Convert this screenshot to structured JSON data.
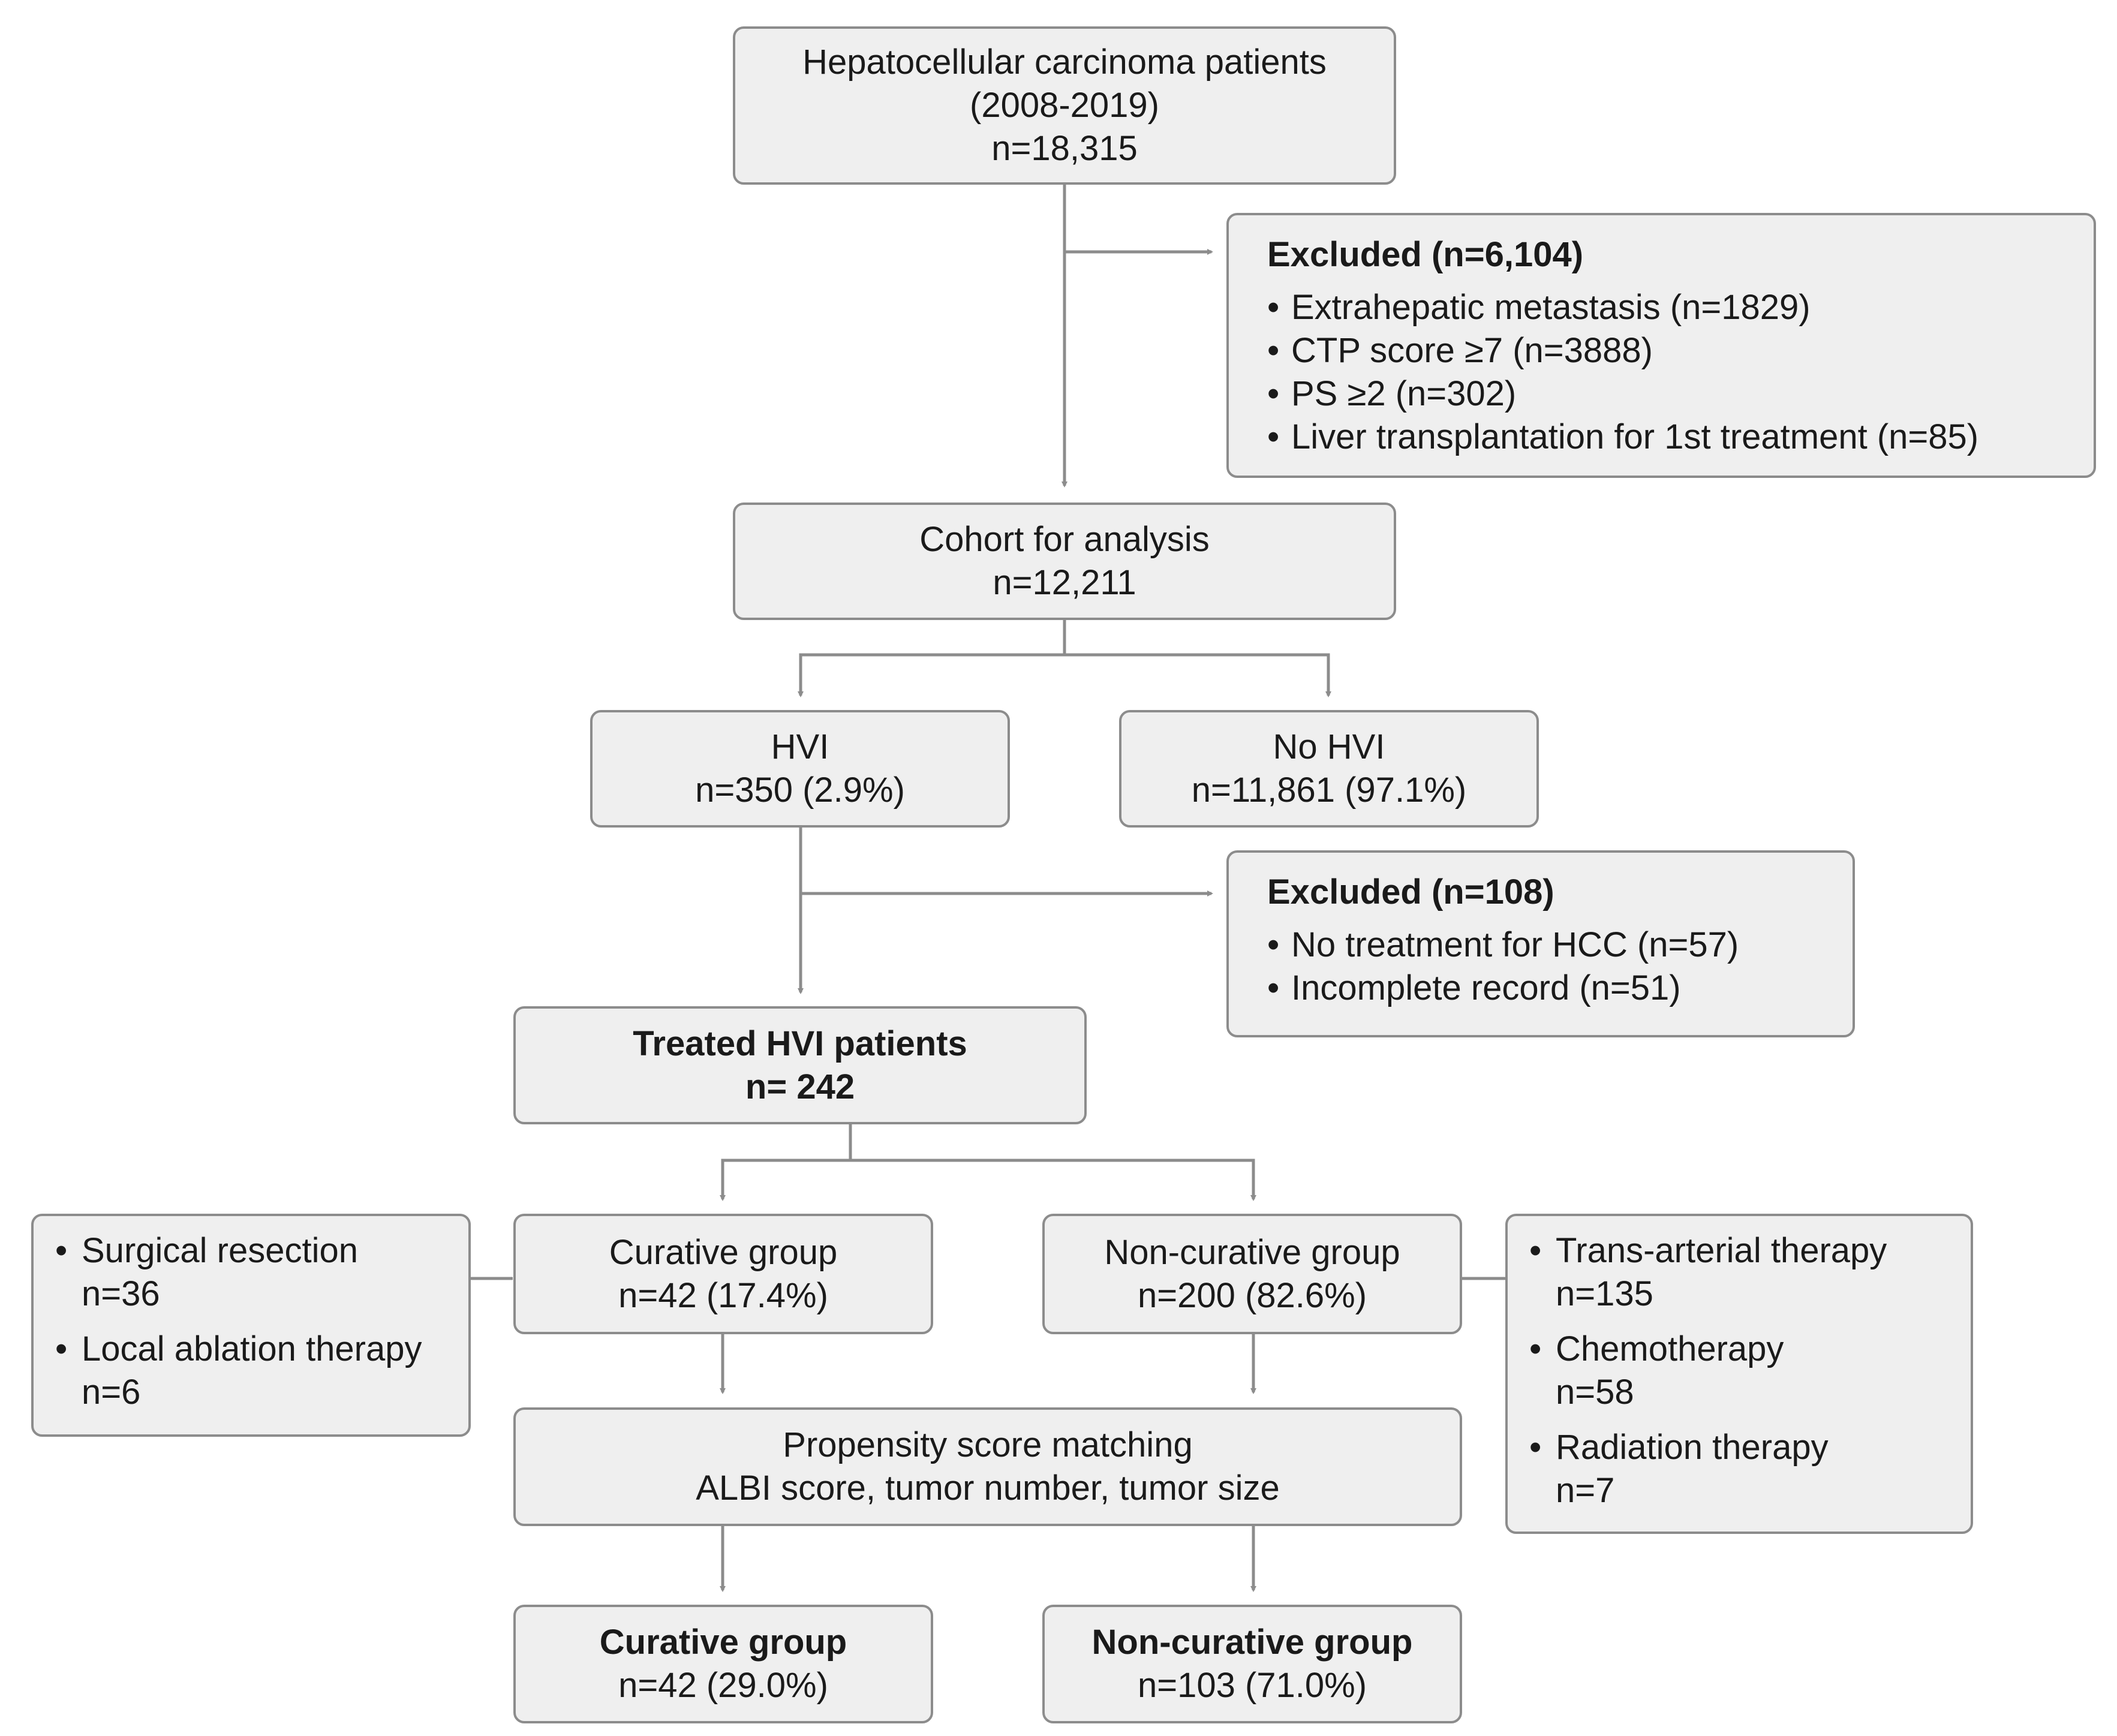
{
  "start": {
    "line1": "Hepatocellular carcinoma patients",
    "line2": "(2008-2019)",
    "line3": "n=18,315"
  },
  "excluded1": {
    "title": "Excluded (n=6,104)",
    "items": [
      "Extrahepatic metastasis (n=1829)",
      "CTP score ≥7 (n=3888)",
      "PS ≥2 (n=302)",
      "Liver transplantation for 1st treatment (n=85)"
    ]
  },
  "cohort": {
    "line1": "Cohort for analysis",
    "line2": "n=12,211"
  },
  "hvi": {
    "line1": "HVI",
    "line2": "n=350 (2.9%)"
  },
  "no_hvi": {
    "line1": "No HVI",
    "line2": "n=11,861 (97.1%)"
  },
  "excluded2": {
    "title": "Excluded (n=108)",
    "items": [
      "No treatment for HCC (n=57)",
      "Incomplete record (n=51)"
    ]
  },
  "treated": {
    "line1": "Treated HVI patients",
    "line2": "n= 242"
  },
  "curative_treatments": [
    {
      "label": "Surgical resection",
      "count": "n=36"
    },
    {
      "label": "Local ablation therapy",
      "count": "n=6"
    }
  ],
  "curative_group": {
    "line1": "Curative group",
    "line2": "n=42 (17.4%)"
  },
  "noncurative_group": {
    "line1": "Non-curative group",
    "line2": "n=200 (82.6%)"
  },
  "noncurative_treatments": [
    {
      "label": "Trans-arterial therapy",
      "count": "n=135"
    },
    {
      "label": "Chemotherapy",
      "count": "n=58"
    },
    {
      "label": "Radiation therapy",
      "count": "n=7"
    }
  ],
  "psm": {
    "line1": "Propensity score matching",
    "line2": "ALBI score, tumor number, tumor size"
  },
  "final_curative": {
    "line1": "Curative group",
    "line2": "n=42 (29.0%)"
  },
  "final_noncurative": {
    "line1": "Non-curative group",
    "line2": "n=103 (71.0%)"
  }
}
